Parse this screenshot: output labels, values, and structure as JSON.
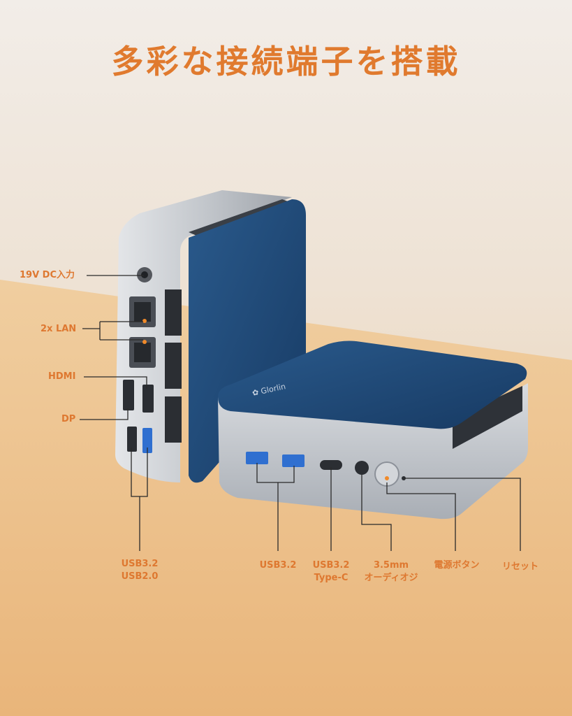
{
  "title": "多彩な接続端子を搭載",
  "brand": "Glorlin",
  "colors": {
    "accent": "#e07a2e",
    "device_blue": "#1f4a78",
    "device_silver": "#c9ccd1"
  },
  "labels": {
    "dc_in": "19V DC入力",
    "lan": "2x LAN",
    "hdmi": "HDMI",
    "dp": "DP",
    "usb_side_1": "USB3.2",
    "usb_side_2": "USB2.0",
    "usb_front": "USB3.2",
    "type_c_1": "USB3.2",
    "type_c_2": "Type-C",
    "audio_1": "3.5mm",
    "audio_2": "オーディオジ",
    "power": "電源ボタン",
    "reset": "リセット"
  }
}
